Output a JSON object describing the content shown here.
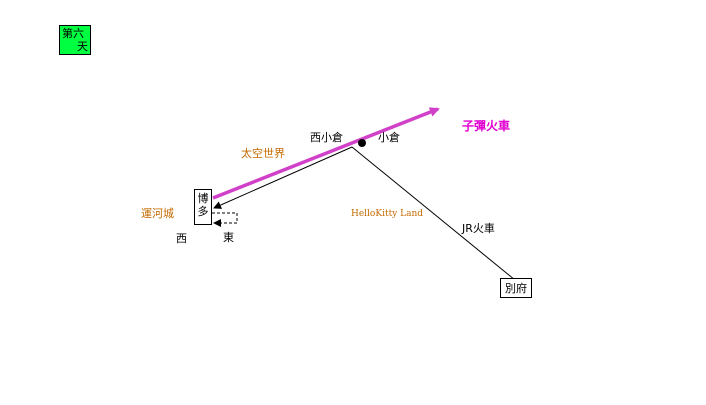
{
  "day_badge": {
    "line1": "第六",
    "line2": "天"
  },
  "stations": {
    "hakata_line1": "博",
    "hakata_line2": "多",
    "beppu": "別府"
  },
  "labels": {
    "kokura_west": "西小倉",
    "kokura": "小倉",
    "space_world": "太空世界",
    "canal_city": "運河城",
    "west": "西",
    "east": "東",
    "hello_kitty": "HelloKitty Land",
    "jr_train": "JR火車",
    "bullet_train": "子彈火車"
  },
  "colors": {
    "bullet_route": "#d040c8",
    "badge_green": "#00ff40",
    "orange_text": "#c46a00",
    "magenta_text": "#e000d0"
  }
}
